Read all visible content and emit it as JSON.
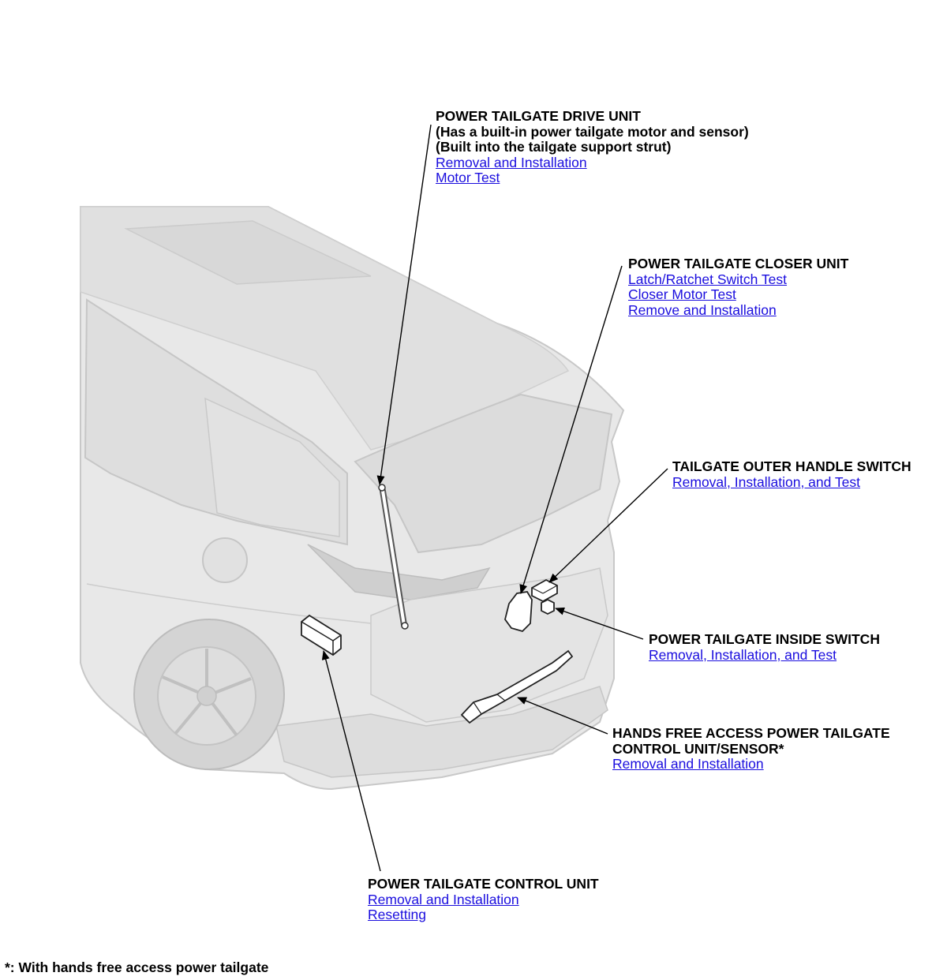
{
  "callouts": {
    "drive_unit": {
      "title": "POWER TAILGATE DRIVE UNIT",
      "note1": "(Has a built-in power tailgate motor and sensor)",
      "note2": "(Built into the tailgate support strut)",
      "links": [
        "Removal and Installation",
        "Motor Test"
      ]
    },
    "closer_unit": {
      "title": "POWER TAILGATE CLOSER UNIT",
      "links": [
        "Latch/Ratchet Switch Test",
        "Closer Motor Test",
        "Remove and Installation"
      ]
    },
    "outer_handle_switch": {
      "title": "TAILGATE OUTER HANDLE SWITCH",
      "links": [
        "Removal, Installation, and Test"
      ]
    },
    "inside_switch": {
      "title": "POWER TAILGATE INSIDE SWITCH",
      "links": [
        "Removal, Installation, and Test"
      ]
    },
    "hands_free_unit": {
      "title1": "HANDS FREE ACCESS POWER TAILGATE",
      "title2": "CONTROL UNIT/SENSOR*",
      "links": [
        "Removal and Installation"
      ]
    },
    "control_unit": {
      "title": "POWER TAILGATE CONTROL UNIT",
      "links": [
        "Removal and Installation",
        "Resetting"
      ]
    }
  },
  "footnote": "*: With hands free access power tailgate",
  "colors": {
    "link": "#1a0dde",
    "body_fill": "#e6e6e6",
    "body_shade": "#d2d2d2",
    "outline": "#c4c4c4"
  }
}
